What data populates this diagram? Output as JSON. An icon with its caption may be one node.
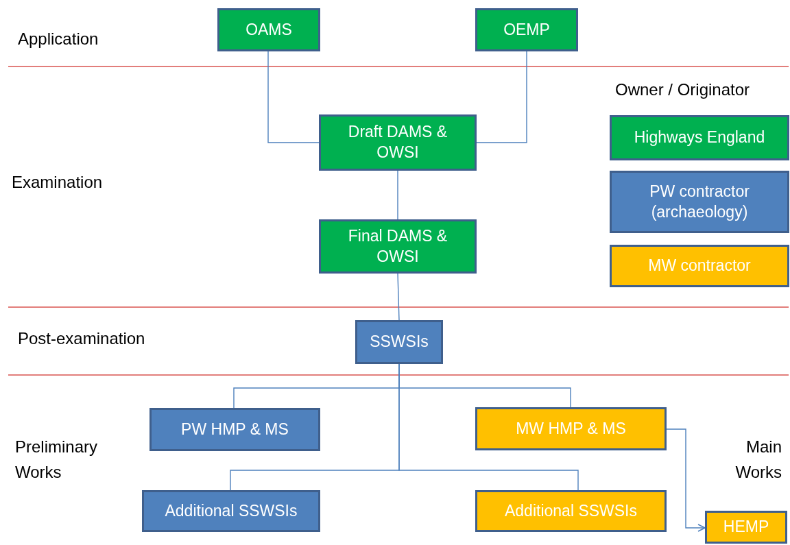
{
  "diagram": {
    "nodes": [
      {
        "text": [
          "OAMS"
        ]
      },
      {
        "text": [
          "OEMP"
        ]
      },
      {
        "text": [
          "Draft DAMS & OWSI"
        ]
      },
      {
        "text": [
          "Final DAMS & OWSI"
        ]
      },
      {
        "text": [
          "SSWSIs"
        ]
      },
      {
        "text": [
          "PW HMP & MS"
        ]
      },
      {
        "text": [
          "MW HMP & MS"
        ]
      },
      {
        "text": [
          "Additional SSWSIs"
        ]
      },
      {
        "text": [
          "Additional SSWSIs"
        ]
      },
      {
        "text": [
          "HEMP"
        ]
      }
    ],
    "edges": [
      {
        "from": 0,
        "to": 2,
        "arrow": "none"
      },
      {
        "from": 1,
        "to": 2,
        "arrow": "none"
      },
      {
        "from": 2,
        "to": 3,
        "arrow": "none"
      },
      {
        "from": 3,
        "to": 4,
        "arrow": "none"
      },
      {
        "from": 4,
        "to": 5,
        "arrow": "none"
      },
      {
        "from": 4,
        "to": 6,
        "arrow": "none"
      },
      {
        "from": 4,
        "to": 7,
        "arrow": "none"
      },
      {
        "from": 4,
        "to": 8,
        "arrow": "none"
      },
      {
        "from": 6,
        "to": 9,
        "arrow": "to"
      }
    ],
    "labels": [
      "Application",
      "Owner / Originator",
      "Examination",
      "Post-examination",
      "Preliminary Works",
      "Main Works"
    ],
    "legend": [
      {
        "text": "Highways England",
        "color": "#00b050"
      },
      {
        "text": "PW contractor (archaeology)",
        "color": "#4f81bd"
      },
      {
        "text": "MW contractor",
        "color": "#ffc000"
      }
    ]
  }
}
